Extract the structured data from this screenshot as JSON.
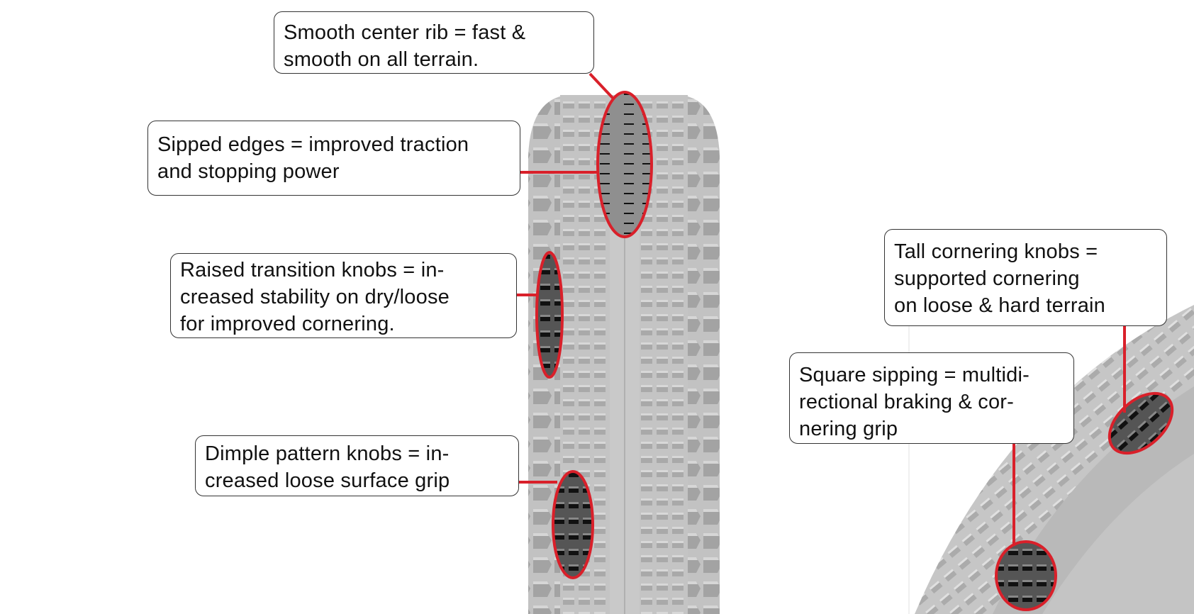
{
  "title": "Tire tread feature callouts",
  "colors": {
    "highlight": "#d9202a",
    "tire": "#bdbdbd",
    "knob": "#a8a8a8",
    "box_border": "#333333"
  },
  "callouts": [
    {
      "id": "center-rib",
      "lines": [
        "Smooth center rib = fast &",
        "smooth on all terrain."
      ]
    },
    {
      "id": "sipped-edges",
      "lines": [
        "Sipped edges = improved traction",
        "and stopping power"
      ]
    },
    {
      "id": "transition-knobs",
      "lines": [
        "Raised transition knobs = in-",
        "creased stability on dry/loose",
        "for improved cornering."
      ]
    },
    {
      "id": "dimple-knobs",
      "lines": [
        "Dimple pattern knobs = in-",
        "creased loose surface grip"
      ]
    },
    {
      "id": "tall-cornering-knobs",
      "lines": [
        "Tall cornering knobs =",
        "supported cornering",
        "on loose & hard terrain"
      ]
    },
    {
      "id": "square-sipping",
      "lines": [
        "Square sipping = multidi-",
        "rectional braking & cor-",
        "nering grip"
      ]
    }
  ]
}
